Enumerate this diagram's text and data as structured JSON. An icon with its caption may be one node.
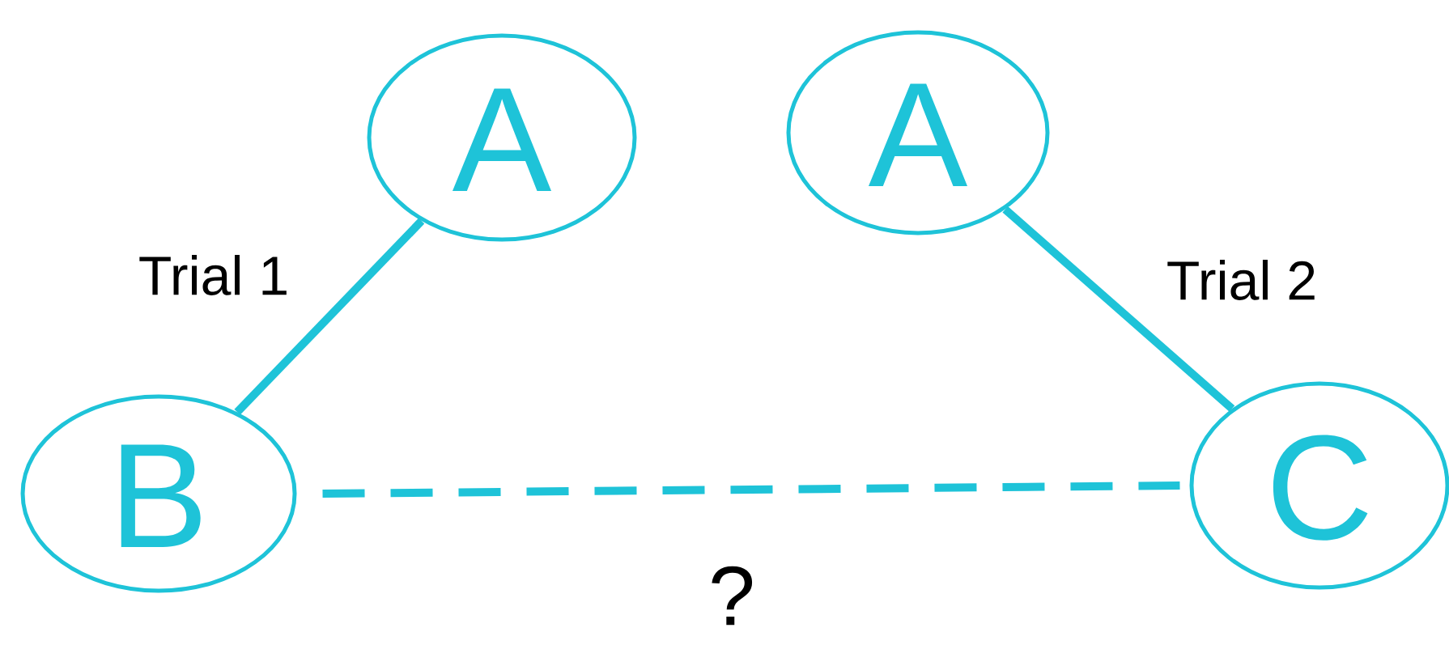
{
  "diagram": {
    "nodes": [
      {
        "text": [
          "A"
        ]
      },
      {
        "text": [
          "A"
        ]
      },
      {
        "text": [
          "B"
        ]
      },
      {
        "text": [
          "C"
        ]
      }
    ],
    "edges": [
      {
        "from": 0,
        "to": 2,
        "arrow": "none",
        "label": "Trial 1"
      },
      {
        "from": 1,
        "to": 3,
        "arrow": "none",
        "label": "Trial 2"
      },
      {
        "from": 2,
        "to": 3,
        "arrow": "none",
        "label": "?",
        "style": "dashed"
      }
    ]
  }
}
